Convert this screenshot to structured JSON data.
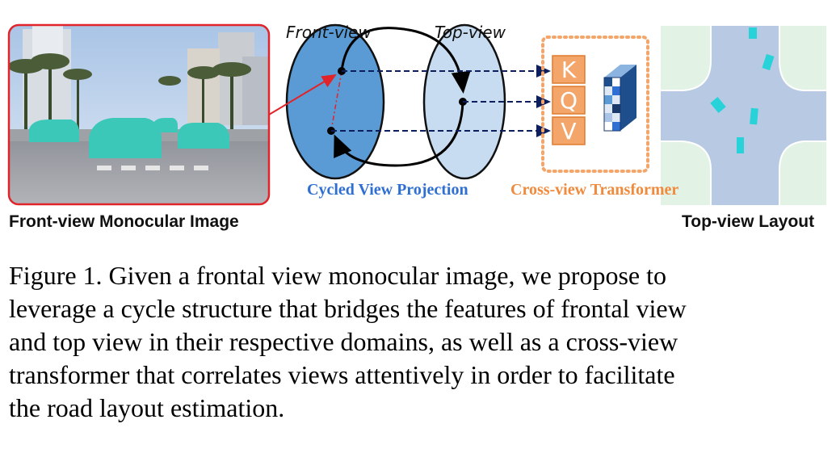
{
  "figure": {
    "front_image_label": "Front-view Monocular Image",
    "front_view_label": "Front-view",
    "top_view_label": "Top-view",
    "cycled_label": "Cycled View Projection",
    "transformer_label": "Cross-view Transformer",
    "top_layout_label": "Top-view Layout",
    "kqv": [
      "K",
      "Q",
      "V"
    ],
    "colors": {
      "cycled": "#2e6fd1",
      "transformer": "#f08a3c",
      "kqv_fill": "#f4a56a",
      "front_ellipse": "#5b9bd5",
      "top_ellipse": "#c7dcf0",
      "arrow_red": "#e0242a",
      "road": "#b8c9e3",
      "grass": "#e2f3e6",
      "car_marker": "#27d3d8",
      "car_teal": "#3cc8b8"
    }
  },
  "caption": {
    "lines": [
      "Figure 1. Given a frontal view monocular image, we propose to",
      "leverage a cycle structure that bridges the features of frontal view",
      "and top view in their respective domains, as well as a cross-view",
      "transformer that correlates views attentively in order to facilitate",
      "the road layout estimation."
    ]
  }
}
